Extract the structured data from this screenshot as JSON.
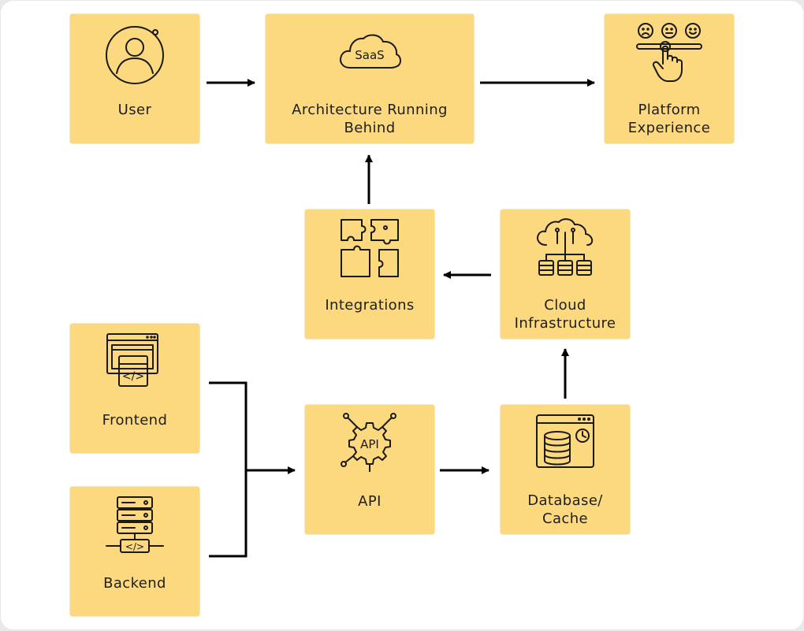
{
  "nodes": {
    "user": {
      "label": "User",
      "icon": "user-avatar-icon"
    },
    "architecture": {
      "label": "Architecture Running\nBehind",
      "icon": "saas-cloud-icon",
      "icon_text": "SaaS"
    },
    "platform": {
      "label": "Platform\nExperience",
      "icon": "rating-slider-hand-icon"
    },
    "integrations": {
      "label": "Integrations",
      "icon": "puzzle-pieces-icon"
    },
    "cloud": {
      "label": "Cloud\nInfrastructure",
      "icon": "cloud-network-icon"
    },
    "frontend": {
      "label": "Frontend",
      "icon": "browser-code-icon",
      "icon_text": "</>"
    },
    "backend": {
      "label": "Backend",
      "icon": "server-rack-code-icon",
      "icon_text": "</>"
    },
    "api": {
      "label": "API",
      "icon": "api-gear-icon",
      "icon_text": "API"
    },
    "database": {
      "label": "Database/\nCache",
      "icon": "database-browser-icon"
    }
  },
  "colors": {
    "box": "#fcd97f",
    "arrow": "#000000",
    "background": "#ffffff"
  }
}
